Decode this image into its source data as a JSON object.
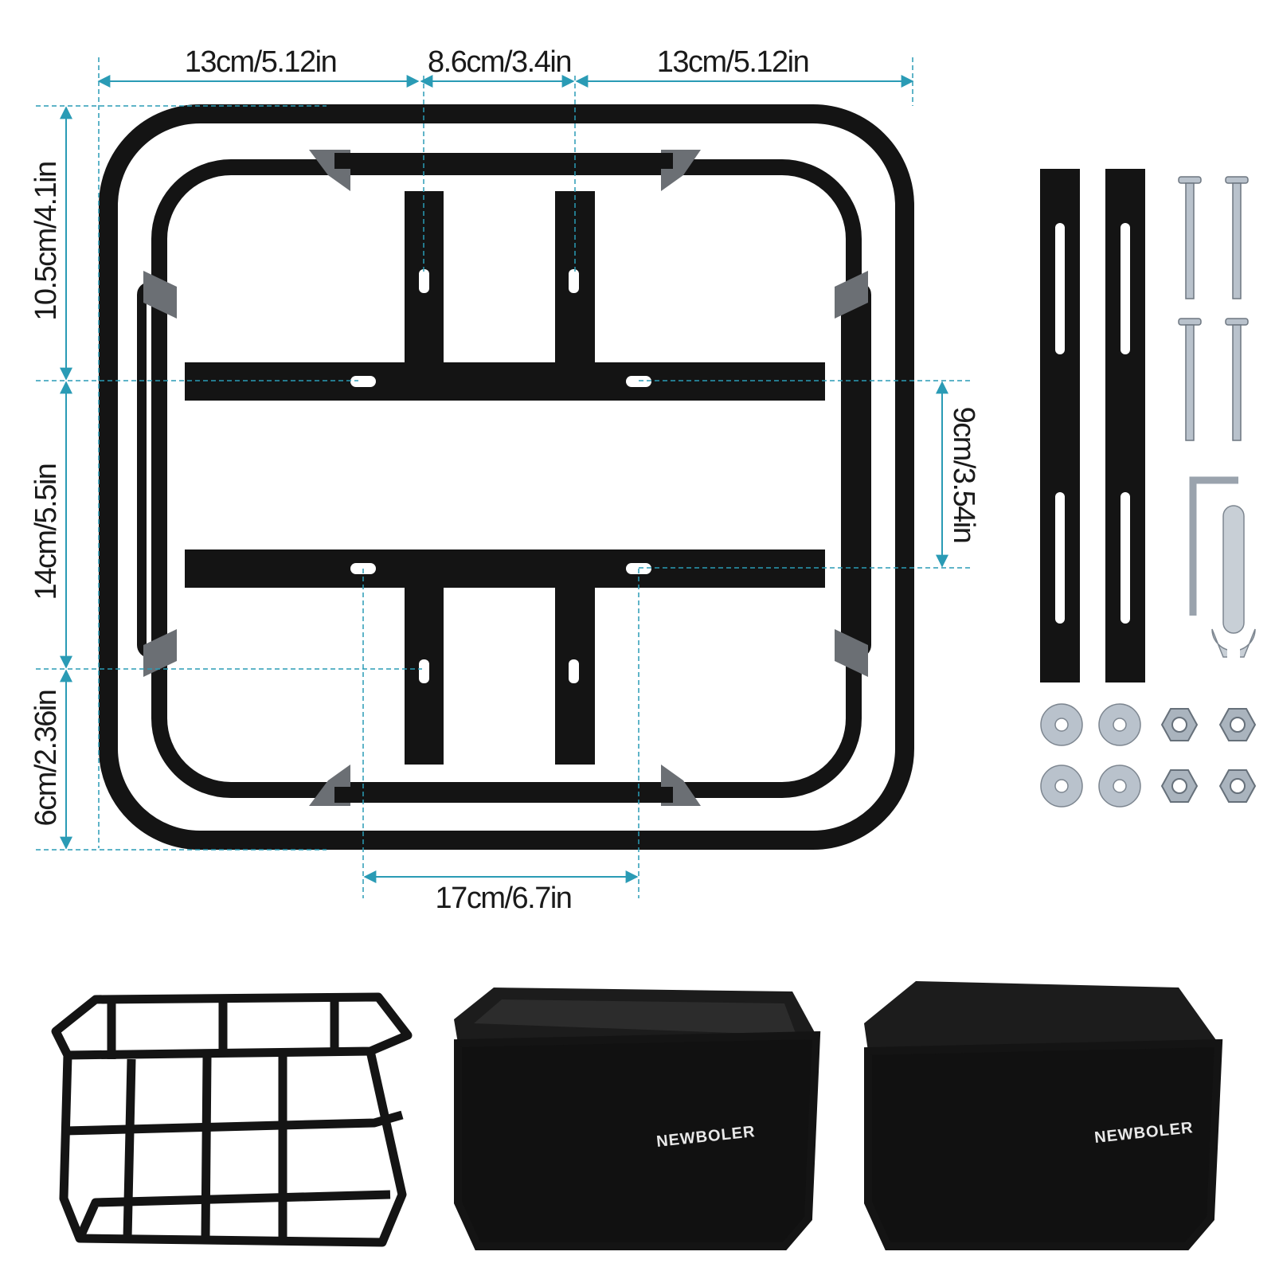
{
  "colors": {
    "dimension_line": "#2a9bb5",
    "frame": "#141414",
    "background": "#ffffff",
    "hardware": "#b9c2cc"
  },
  "dimensions": {
    "top_left": "13cm/5.12in",
    "top_middle": "8.6cm/3.4in",
    "top_right": "13cm/5.12in",
    "left_top": "10.5cm/4.1in",
    "left_middle": "14cm/5.5in",
    "left_bottom": "6cm/2.36in",
    "right": "9cm/3.54in",
    "bottom": "17cm/6.7in"
  },
  "brand": "NEWBOLER"
}
